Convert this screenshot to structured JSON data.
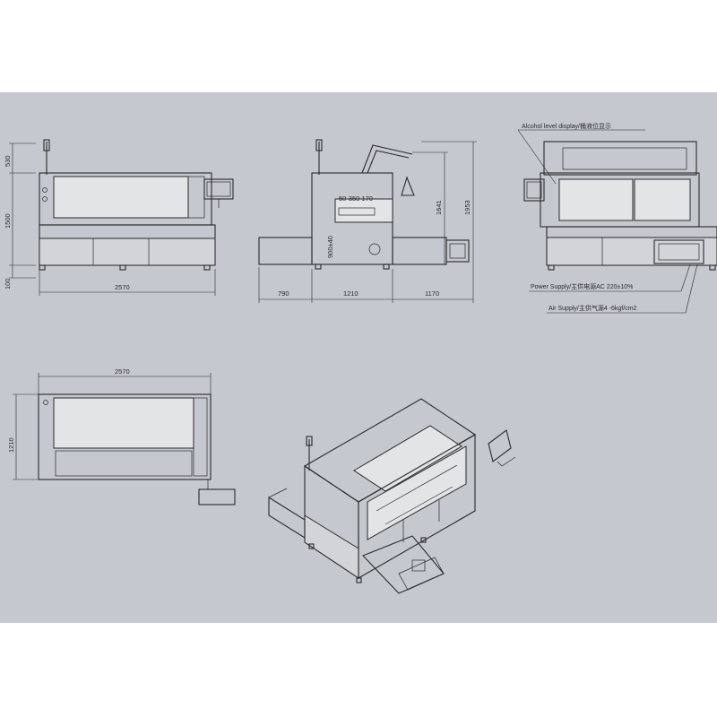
{
  "colors": {
    "sheet_background": "#c5c8ce",
    "line": "#2a2a2a",
    "page_background": "#ffffff"
  },
  "front_view": {
    "dim_height_top": "530",
    "dim_height_body": "1500",
    "dim_height_base": "100",
    "dim_width": "2570"
  },
  "side_view": {
    "dim_conveyor_in": "790",
    "dim_body": "1210",
    "dim_conveyor_out": "1170",
    "dim_height_mid": "1641",
    "dim_height_total": "1953",
    "dim_width_range": "50-350 170",
    "dim_door": "900±40"
  },
  "rear_view": {
    "alcohol_note": "Alcohol level display/桶液位显示",
    "power_note": "Power Supply/主供电源AC   220±10%",
    "air_note": "Air Supply/主供气源4   -6kgf/cm2"
  },
  "top_view": {
    "dim_width": "2570",
    "dim_depth": "1210"
  }
}
